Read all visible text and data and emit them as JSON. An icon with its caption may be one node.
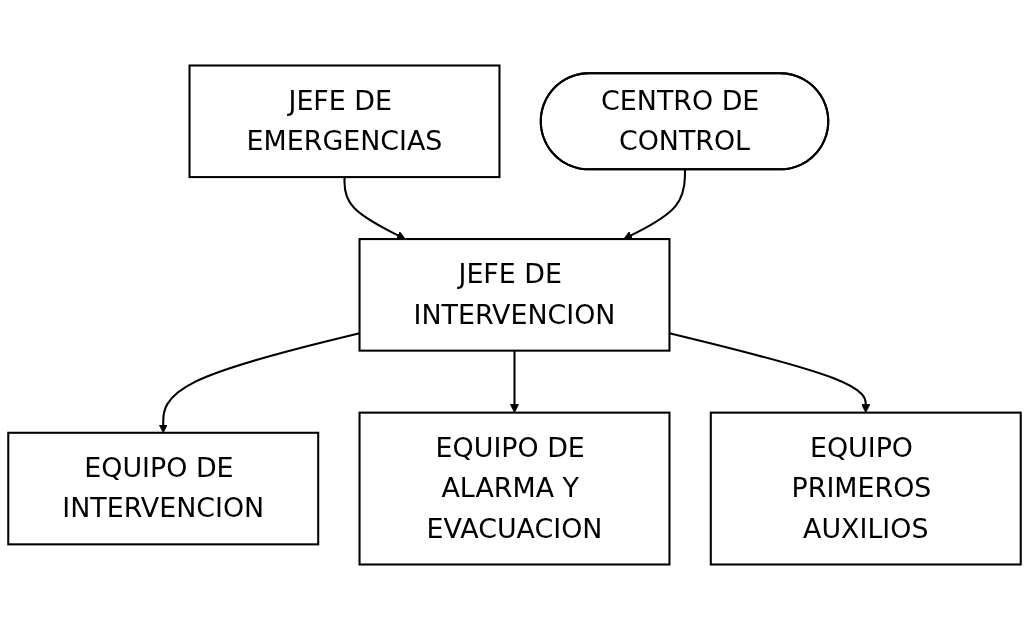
{
  "diagram": {
    "nodes": [
      {
        "text": [
          "JEFE DE EMERGENCIAS"
        ]
      },
      {
        "text": [
          "CENTRO DE CONTROL"
        ]
      },
      {
        "text": [
          "JEFE DE INTERVENCION"
        ]
      },
      {
        "text": [
          "EQUIPO DE INTERVENCION"
        ]
      },
      {
        "text": [
          "EQUIPO DE ALARMA Y EVACUACION"
        ]
      },
      {
        "text": [
          "EQUIPO PRIMEROS AUXILIOS"
        ]
      }
    ],
    "edges": [
      {
        "from": 0,
        "to": 2,
        "arrow": "to"
      },
      {
        "from": 1,
        "to": 2,
        "arrow": "to"
      },
      {
        "from": 2,
        "to": 3,
        "arrow": "to"
      },
      {
        "from": 2,
        "to": 4,
        "arrow": "to"
      },
      {
        "from": 2,
        "to": 5,
        "arrow": "to"
      }
    ]
  }
}
